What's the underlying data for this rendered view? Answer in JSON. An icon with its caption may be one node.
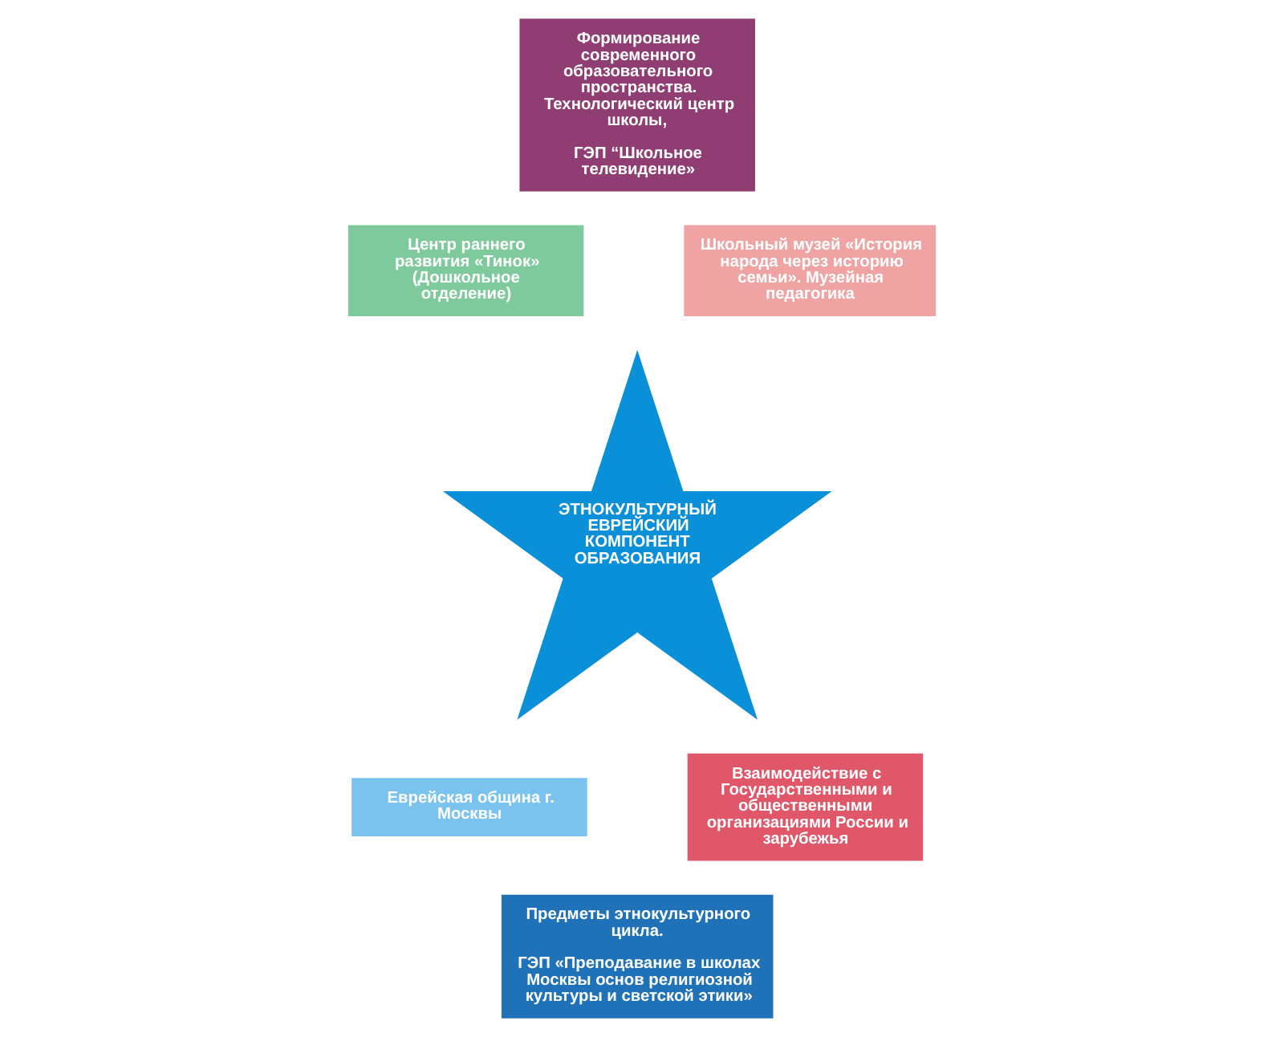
{
  "diagram": {
    "nodes": [
      {
        "text": [
          "Формирование современного образовательного пространства. Технологический центр школы,",
          "ГЭП “Школьное телевидение»"
        ]
      },
      {
        "text": [
          "Центр раннего развития «Тинок» (Дошкольное отделение)"
        ]
      },
      {
        "text": [
          "Школьный музей «История народа через историю семьи». Музейная педагогика"
        ]
      },
      {
        "text": [
          "ЭТНОКУЛЬТУРНЫЙ ЕВРЕЙСКИЙ КОМПОНЕНТ ОБРАЗОВАНИЯ"
        ]
      },
      {
        "text": [
          "Еврейская община г. Москвы"
        ]
      },
      {
        "text": [
          "Взаимодействие с Государственными и общественными организациями России и зарубежья"
        ]
      },
      {
        "text": [
          "Предметы этнокультурного цикла.",
          "ГЭП «Преподавание в школах Москвы основ религиозной культуры и светской этики»"
        ]
      }
    ],
    "edges": []
  }
}
